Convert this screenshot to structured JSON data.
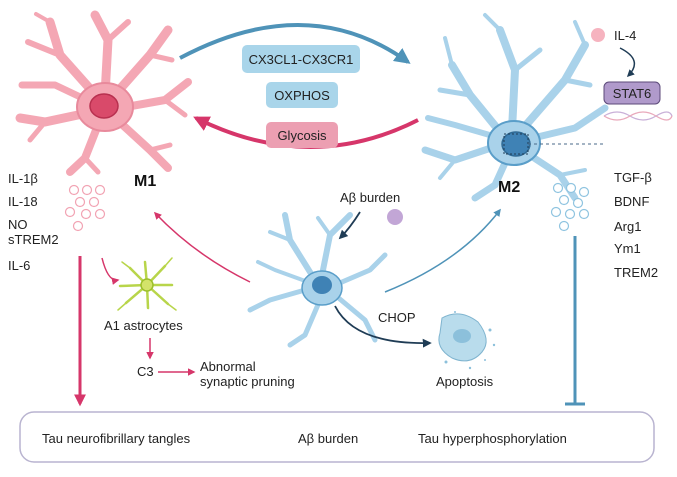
{
  "m1": {
    "label": "M1",
    "factors": [
      "IL-1β",
      "IL-18",
      "NO",
      "sTREM2",
      "IL-6"
    ]
  },
  "m2": {
    "label": "M2",
    "factors": [
      "TGF-β",
      "BDNF",
      "Arg1",
      "Ym1",
      "TREM2"
    ]
  },
  "center_boxes": [
    "CX3CL1-CX3CR1",
    "OXPHOS",
    "Glycosis"
  ],
  "il4": "IL-4",
  "stat6": "STAT6",
  "abeta_burden_top": "Aβ burden",
  "chop": "CHOP",
  "apoptosis": "Apoptosis",
  "a1_astrocytes": "A1 astrocytes",
  "c3": "C3",
  "pruning": [
    "Abnormal",
    "synaptic pruning"
  ],
  "bottom": [
    "Tau neurofibrillary tangles",
    "Aβ burden",
    "Tau hyperphosphorylation"
  ],
  "colors": {
    "m1_fill": "#f4a7b4",
    "m1_stroke": "#e0738a",
    "m2_fill": "#a9d2ea",
    "m2_stroke": "#5a9ec9",
    "arrow_blue": "#4f93b8",
    "arrow_pink": "#d6366a",
    "arrow_dark": "#1f3c55",
    "box_blue": "#a9d5ea",
    "box_pink": "#ec9fb2",
    "stat6": "#b09acb",
    "abeta_dot": "#c2a6d6",
    "il4_dot": "#f6b3bf",
    "bottom_border": "#b9b4d0"
  }
}
